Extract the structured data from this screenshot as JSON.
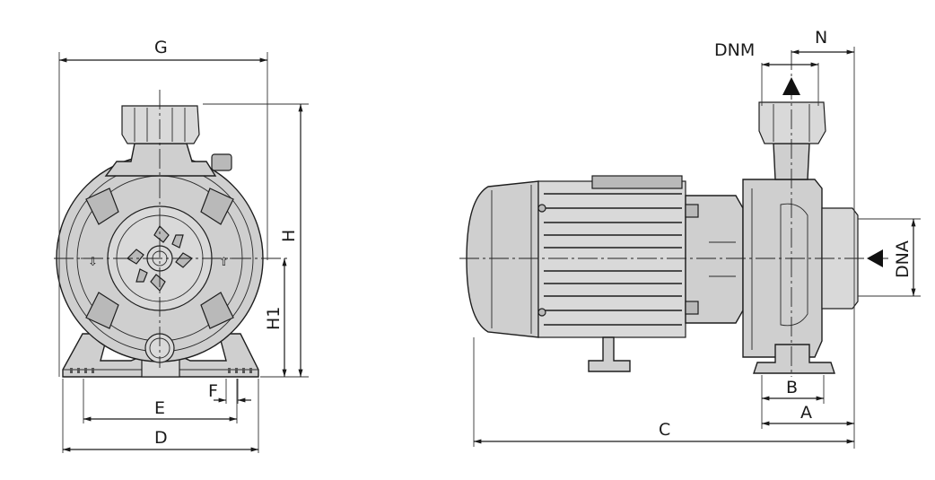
{
  "labels": {
    "G": "G",
    "H": "H",
    "H1": "H1",
    "E": "E",
    "F": "F",
    "D": "D",
    "DNM": "DNM",
    "N": "N",
    "DNA": "DNA",
    "B": "B",
    "A": "A",
    "C": "C"
  }
}
